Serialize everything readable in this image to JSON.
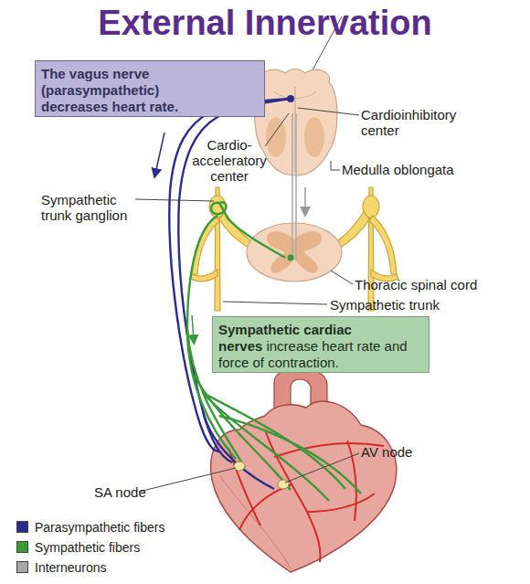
{
  "diagram": {
    "title": "External Innervation",
    "nodes": [
      {
        "text": [
          "The vagus nerve (parasympathetic) decreases heart rate."
        ]
      },
      {
        "text": [
          "Sympathetic cardiac nerves",
          "increase heart rate and force of contraction."
        ]
      }
    ],
    "labels": [
      "Cardioinhibitory center",
      "Cardio- acceleratory center",
      "Medulla oblongata",
      "Sympathetic trunk ganglion",
      "Thoracic spinal cord",
      "Sympathetic trunk",
      "AV node",
      "SA node"
    ],
    "legend": [
      {
        "text": "Parasympathetic fibers",
        "color": "#2b2d8c"
      },
      {
        "text": "Sympathetic fibers",
        "color": "#3a9a3a"
      },
      {
        "text": "Interneurons",
        "color": "#a8a8a8"
      }
    ]
  }
}
